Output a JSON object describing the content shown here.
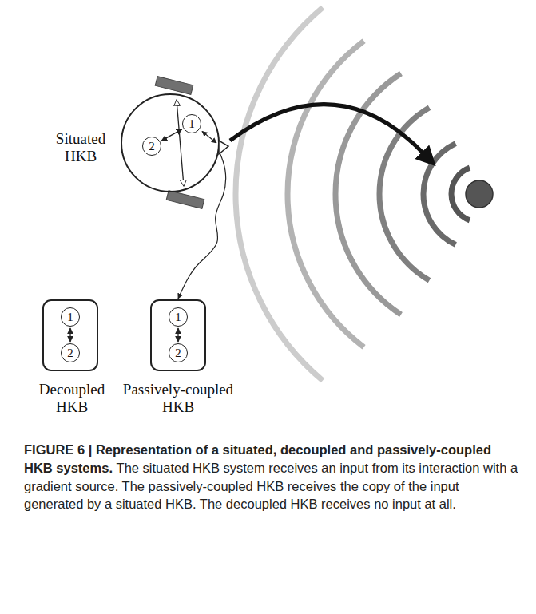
{
  "diagram": {
    "title": "FIGURE 6 | Representation of a situated, decoupled and passively-coupled HKB systems.",
    "caption": "The situated HKB system receives an input from its interaction with a gradient source. The passively-coupled HKB receives the copy of the input generated by a situated HKB. The decoupled HKB receives no input at all.",
    "nodes": [
      {
        "text": [
          "Situated HKB"
        ]
      },
      {
        "text": [
          "1"
        ],
        "in": 0
      },
      {
        "text": [
          "2"
        ],
        "in": 0
      },
      {
        "text": [
          "Decoupled HKB"
        ]
      },
      {
        "text": [
          "1"
        ],
        "in": 3
      },
      {
        "text": [
          "2"
        ],
        "in": 3
      },
      {
        "text": [
          "Passively-coupled HKB"
        ]
      },
      {
        "text": [
          "1"
        ],
        "in": 6
      },
      {
        "text": [
          "2"
        ],
        "in": 6
      }
    ],
    "edges": [
      {
        "from": 1,
        "to": 2,
        "arrow": "both"
      },
      {
        "from": 4,
        "to": 5,
        "arrow": "both"
      },
      {
        "from": 7,
        "to": 8,
        "arrow": "both"
      },
      {
        "from": 0,
        "to": 6,
        "arrow": "to"
      }
    ]
  }
}
